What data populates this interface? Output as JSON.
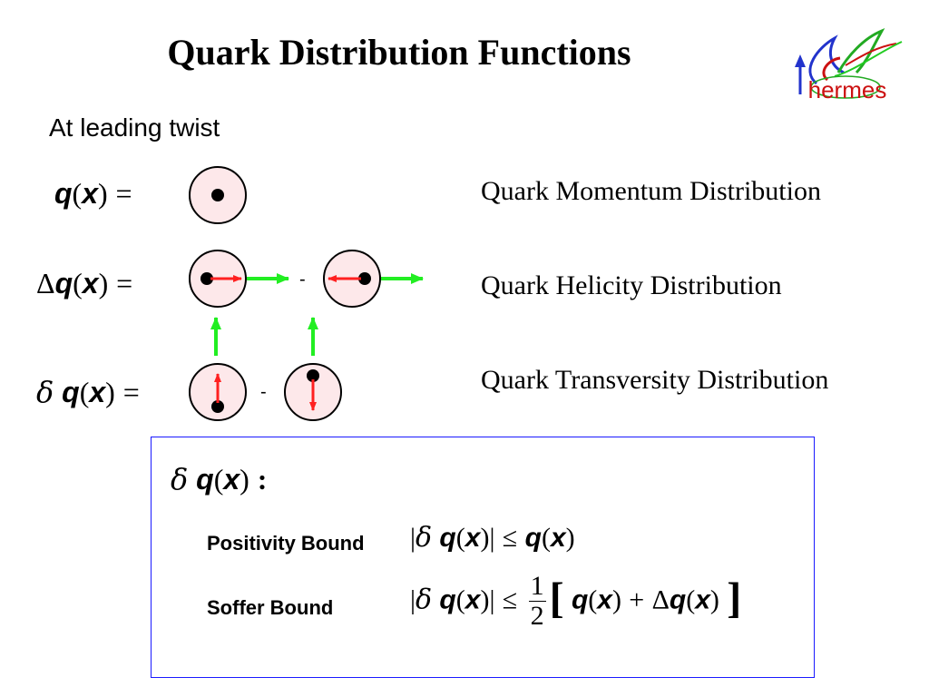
{
  "slide": {
    "title": "Quark Distribution Functions",
    "subtitle": "At leading twist",
    "logo_text": "hermes"
  },
  "equations": {
    "momentum": {
      "sym_q": "q",
      "lp": "(",
      "sym_x": "x",
      "rp": ")",
      "eq": "="
    },
    "helicity": {
      "delta": "Δ",
      "sym_q": "q",
      "lp": "(",
      "sym_x": "x",
      "rp": ")",
      "eq": "="
    },
    "transversity": {
      "delta": "δ",
      "sym_q": "q",
      "lp": "(",
      "sym_x": "x",
      "rp": ")",
      "eq": "="
    }
  },
  "descriptions": {
    "momentum": "Quark Momentum Distribution",
    "helicity": "Quark Helicity Distribution",
    "transversity": "Quark Transversity Distribution"
  },
  "minus_signs": {
    "helicity": "-",
    "transversity": "-"
  },
  "box": {
    "header": {
      "delta": "δ",
      "sym_q": "q",
      "lp": "(",
      "sym_x": "x",
      "rp": ")",
      "colon": ":"
    },
    "positivity": {
      "label": "Positivity Bound",
      "abs_l": "|",
      "delta": "δ",
      "q": "q",
      "lp": "(",
      "x": "x",
      "rp": ")",
      "abs_r": "|",
      "leq": "≤",
      "q2": "q",
      "lp2": "(",
      "x2": "x",
      "rp2": ")"
    },
    "soffer": {
      "label": "Soffer Bound",
      "abs_l": "|",
      "delta": "δ",
      "q": "q",
      "lp": "(",
      "x": "x",
      "rp": ")",
      "abs_r": "|",
      "leq": "≤",
      "num": "1",
      "den": "2",
      "lb": "[",
      "q2": "q",
      "lp2": "(",
      "x2": "x",
      "rp2": ")",
      "plus": "+",
      "Delta": "Δ",
      "q3": "q",
      "lp3": "(",
      "x3": "x",
      "rp3": ")",
      "rb": "]"
    }
  },
  "colors": {
    "nucleon_fill": "#fde8ea",
    "arrow_red": "#ff2020",
    "arrow_green": "#22ee22",
    "box_border": "#1a1aff",
    "logo_red": "#cc1111",
    "logo_blue": "#2233cc"
  }
}
